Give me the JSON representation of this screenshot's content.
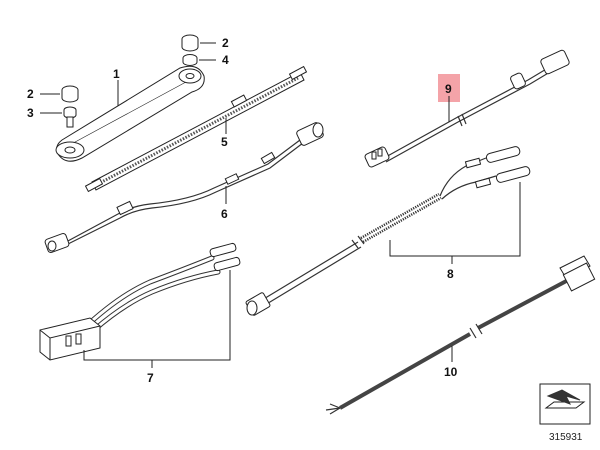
{
  "diagram": {
    "highlight_color": "#f4a3a8",
    "callouts": {
      "c1": "1",
      "c2a": "2",
      "c2b": "2",
      "c3": "3",
      "c4": "4",
      "c5": "5",
      "c6": "6",
      "c7": "7",
      "c8": "8",
      "c9": "9",
      "c10": "10"
    },
    "reference_number": "315931",
    "corner_icon": "arrow-over-plate-icon"
  }
}
